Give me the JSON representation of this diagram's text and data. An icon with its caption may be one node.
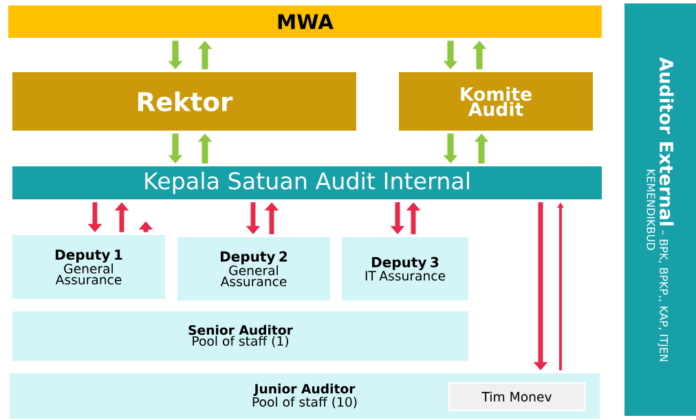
{
  "diagram": {
    "nodes": [
      {
        "text": [
          "MWA"
        ]
      },
      {
        "text": [
          "Rektor"
        ]
      },
      {
        "text": [
          "Komite Audit"
        ]
      },
      {
        "text": [
          "Kepala Satuan Audit Internal"
        ]
      },
      {
        "text": [
          "Deputy 1",
          "General Assurance"
        ]
      },
      {
        "text": [
          "Deputy 2",
          "General Assurance"
        ]
      },
      {
        "text": [
          "Deputy 3",
          "IT Assurance"
        ]
      },
      {
        "text": [
          "Senior Auditor",
          "Pool of staff (1)"
        ]
      },
      {
        "text": [
          "Junior Auditor",
          "Pool of staff (10)"
        ]
      },
      {
        "text": [
          "Tim Monev"
        ],
        "in": 8
      },
      {
        "text": [
          "Auditor External",
          "– BPK, BPKP,, KAP, ITJEN",
          "KEMENDIKBUD"
        ]
      }
    ],
    "edges": [
      {
        "from": 0,
        "to": 1,
        "arrow": "to",
        "color": "#8dc63f"
      },
      {
        "from": 1,
        "to": 0,
        "arrow": "to",
        "color": "#8dc63f"
      },
      {
        "from": 0,
        "to": 2,
        "arrow": "to",
        "color": "#8dc63f"
      },
      {
        "from": 2,
        "to": 0,
        "arrow": "to",
        "color": "#8dc63f"
      },
      {
        "from": 1,
        "to": 3,
        "arrow": "to",
        "color": "#8dc63f"
      },
      {
        "from": 3,
        "to": 1,
        "arrow": "to",
        "color": "#8dc63f"
      },
      {
        "from": 2,
        "to": 3,
        "arrow": "to",
        "color": "#8dc63f"
      },
      {
        "from": 3,
        "to": 2,
        "arrow": "to",
        "color": "#8dc63f"
      },
      {
        "from": 3,
        "to": 4,
        "arrow": "to"
      },
      {
        "from": 4,
        "to": 3,
        "arrow": "to"
      },
      {
        "from": 4,
        "to": null,
        "arrow": "to"
      },
      {
        "from": 3,
        "to": 5,
        "arrow": "to"
      },
      {
        "from": 5,
        "to": 3,
        "arrow": "to"
      },
      {
        "from": 3,
        "to": 6,
        "arrow": "to"
      },
      {
        "from": 6,
        "to": 3,
        "arrow": "to"
      },
      {
        "from": 3,
        "to": 8,
        "arrow": "to"
      },
      {
        "from": 8,
        "to": 3,
        "arrow": "to"
      }
    ]
  }
}
